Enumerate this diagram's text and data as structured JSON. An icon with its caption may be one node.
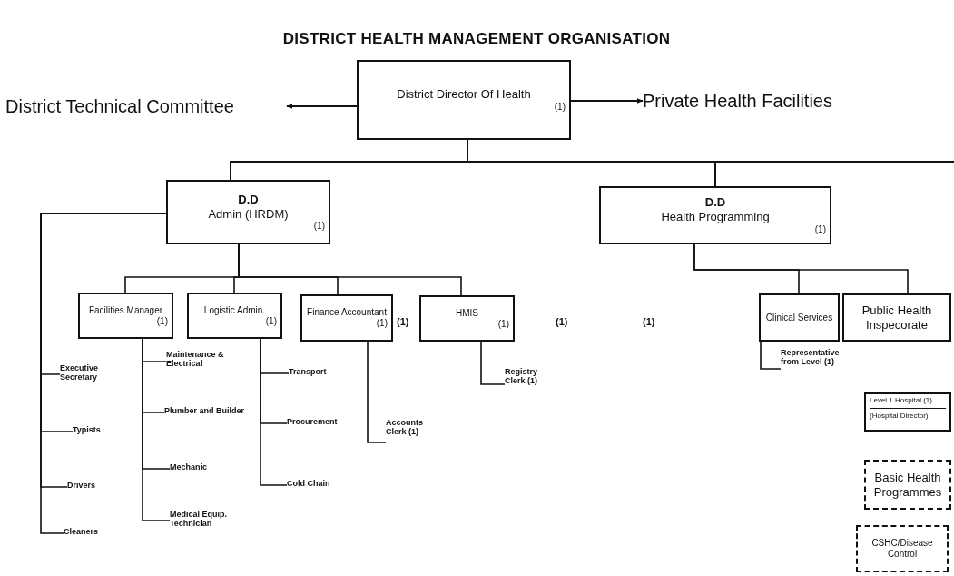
{
  "diagram": {
    "title": "DISTRICT HEALTH MANAGEMENT ORGANISATION",
    "nodes": [
      {
        "text": [
          "District Director Of Health",
          "(1)"
        ]
      },
      {
        "text": [
          "District Technical Committee"
        ]
      },
      {
        "text": [
          "Private Health Facilities"
        ]
      },
      {
        "text": [
          "D.D",
          "Admin (HRDM)",
          "(1)"
        ]
      },
      {
        "text": [
          "D.D",
          "Health Programming",
          "(1)"
        ]
      },
      {
        "text": [
          "Facilities Manager",
          "(1)"
        ]
      },
      {
        "text": [
          "Logistic Admin.",
          "(1)"
        ]
      },
      {
        "text": [
          "Finance Accountant",
          "(1)"
        ],
        "beside": [
          "(1)"
        ]
      },
      {
        "text": [
          "HMIS",
          "(1)"
        ]
      },
      {
        "text": [
          "Clinical Services"
        ]
      },
      {
        "text": [
          "Public Health Inspecorate"
        ]
      },
      {
        "text": [
          "Level 1 Hospital (1)",
          "(Hospital Director)"
        ]
      },
      {
        "text": [
          "Basic Health Programmes"
        ]
      },
      {
        "text": [
          "CSHC/Disease Control"
        ]
      },
      {
        "text": [
          "Executive Secretary"
        ]
      },
      {
        "text": [
          "Typists"
        ]
      },
      {
        "text": [
          "Drivers"
        ]
      },
      {
        "text": [
          "Cleaners"
        ]
      },
      {
        "text": [
          "Maintenance & Electrical"
        ]
      },
      {
        "text": [
          "Plumber and Builder"
        ]
      },
      {
        "text": [
          "Mechanic"
        ]
      },
      {
        "text": [
          "Medical Equip. Technician"
        ]
      },
      {
        "text": [
          "Transport"
        ]
      },
      {
        "text": [
          "Procurement"
        ]
      },
      {
        "text": [
          "Cold Chain"
        ]
      },
      {
        "text": [
          "Accounts Clerk (1)"
        ]
      },
      {
        "text": [
          "Registry Clerk (1)"
        ]
      },
      {
        "text": [
          "Representative from Level (1)"
        ]
      }
    ],
    "edges": [
      {
        "from": 0,
        "to": 1,
        "arrow": "to"
      },
      {
        "from": 0,
        "to": 2,
        "arrow": "to"
      },
      {
        "from": 0,
        "to": 3,
        "arrow": "none"
      },
      {
        "from": 0,
        "to": 4,
        "arrow": "none"
      },
      {
        "from": 0,
        "to": null,
        "arrow": "none"
      },
      {
        "from": 3,
        "to": 5,
        "arrow": "none"
      },
      {
        "from": 3,
        "to": 6,
        "arrow": "none"
      },
      {
        "from": 3,
        "to": 7,
        "arrow": "none"
      },
      {
        "from": 3,
        "to": 8,
        "arrow": "none"
      },
      {
        "from": 3,
        "to": 14,
        "arrow": "none"
      },
      {
        "from": 3,
        "to": 15,
        "arrow": "none"
      },
      {
        "from": 3,
        "to": 16,
        "arrow": "none"
      },
      {
        "from": 3,
        "to": 17,
        "arrow": "none"
      },
      {
        "from": 5,
        "to": 18,
        "arrow": "none"
      },
      {
        "from": 5,
        "to": 19,
        "arrow": "none"
      },
      {
        "from": 5,
        "to": 20,
        "arrow": "none"
      },
      {
        "from": 5,
        "to": 21,
        "arrow": "none"
      },
      {
        "from": 6,
        "to": 22,
        "arrow": "none"
      },
      {
        "from": 6,
        "to": 23,
        "arrow": "none"
      },
      {
        "from": 6,
        "to": 24,
        "arrow": "none"
      },
      {
        "from": 7,
        "to": 25,
        "arrow": "none"
      },
      {
        "from": 8,
        "to": 26,
        "arrow": "none"
      },
      {
        "from": 4,
        "to": 9,
        "arrow": "none"
      },
      {
        "from": 4,
        "to": 10,
        "arrow": "none"
      },
      {
        "from": 9,
        "to": 27,
        "arrow": "none"
      }
    ],
    "labels": [
      "(1)",
      "(1)"
    ]
  }
}
